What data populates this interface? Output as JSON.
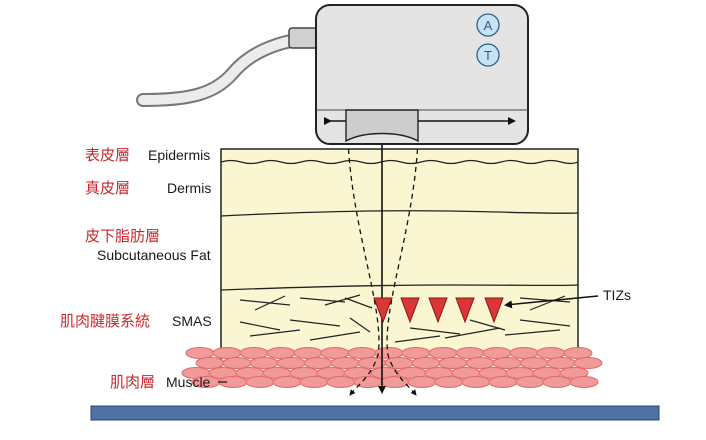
{
  "device": {
    "buttons": [
      {
        "label": "A"
      },
      {
        "label": "T"
      }
    ]
  },
  "layers": [
    {
      "zh": "表皮層",
      "en": "Epidermis"
    },
    {
      "zh": "真皮層",
      "en": "Dermis"
    },
    {
      "zh": "皮下脂肪層",
      "en": "Subcutaneous Fat"
    },
    {
      "zh": "肌肉腱膜系統",
      "en": "SMAS"
    },
    {
      "zh": "肌肉層",
      "en": "Muscle"
    }
  ],
  "annotation": {
    "tizs": "TIZs"
  },
  "colors": {
    "skin": "#fbf6d2",
    "device": "#e4e4e4",
    "device_window": "#cdcdcd",
    "muscle": "#f19a9a",
    "muscle_outline": "#e06a6a",
    "tiz": "#d93636",
    "base_bar": "#4f72a5",
    "button_fill": "#c7e3f3",
    "label_red": "#c8282e"
  }
}
